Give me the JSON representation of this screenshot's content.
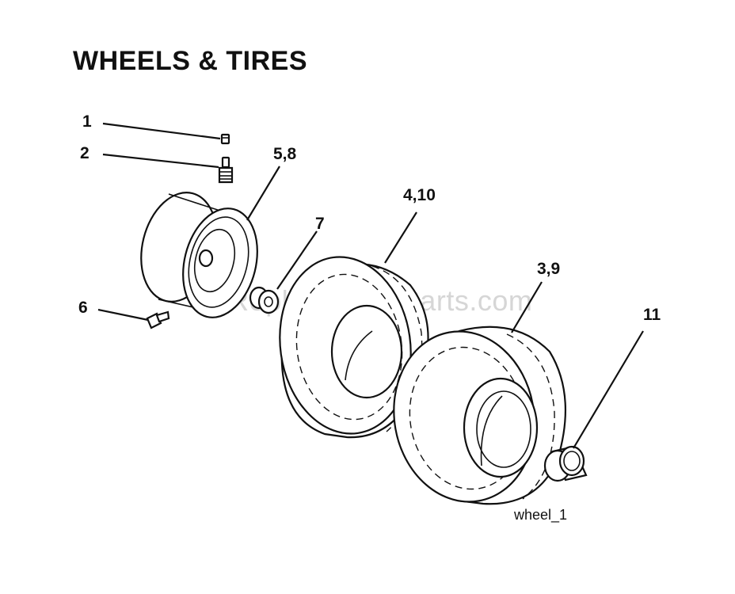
{
  "title": "WHEELS & TIRES",
  "figure_id": "wheel_1",
  "watermark": "eReplacementParts.com",
  "callouts": {
    "c1": "1",
    "c2": "2",
    "c58": "5,8",
    "c7": "7",
    "c410": "4,10",
    "c39": "3,9",
    "c6": "6",
    "c11": "11"
  },
  "parts": [
    "valve-cap",
    "valve-stem",
    "rim",
    "bearing-bolt",
    "washer",
    "front-tire",
    "rear-tire",
    "bushing"
  ]
}
